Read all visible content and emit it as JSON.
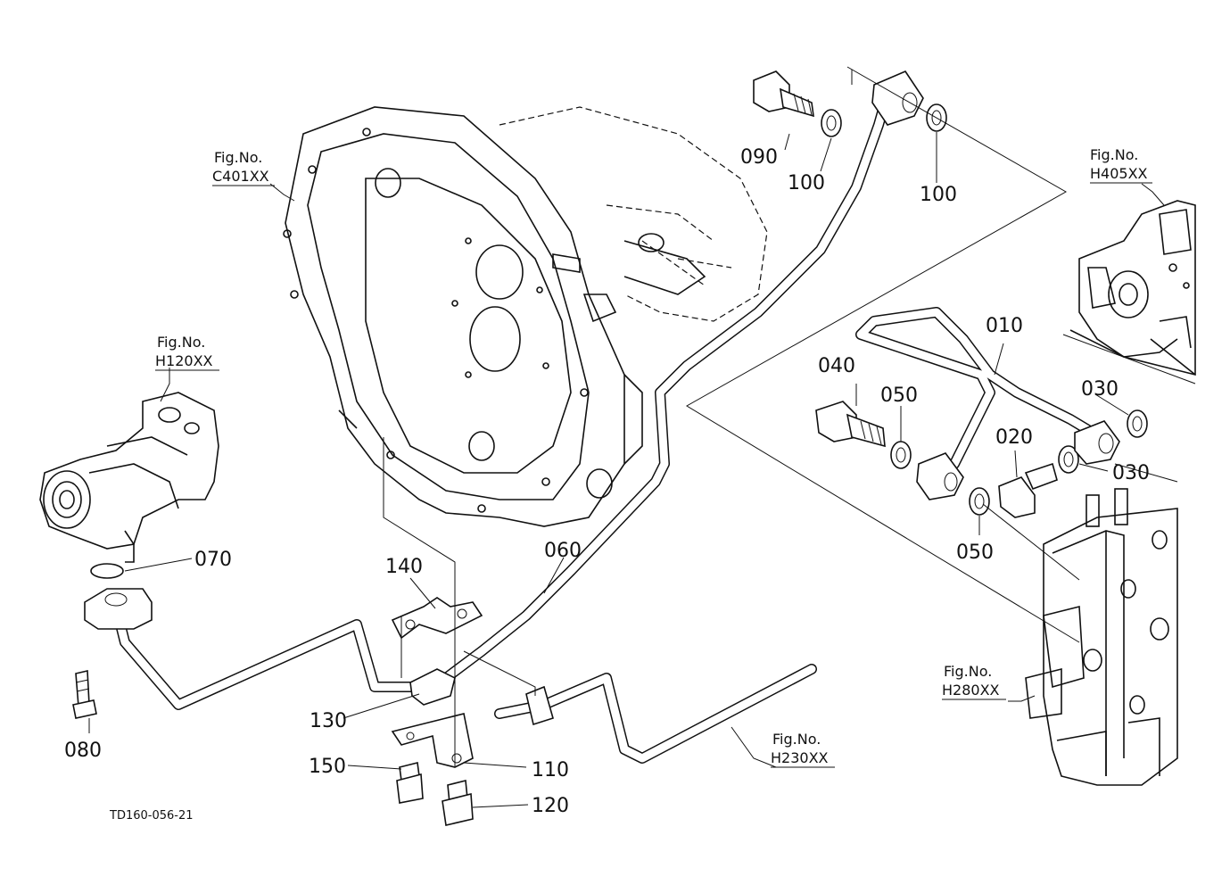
{
  "diagram_code": "TD160-056-21",
  "figure_refs": [
    {
      "id": "c401",
      "label": "Fig.No.",
      "code": "C401XX"
    },
    {
      "id": "h120",
      "label": "Fig.No.",
      "code": "H120XX"
    },
    {
      "id": "h405",
      "label": "Fig.No.",
      "code": "H405XX"
    },
    {
      "id": "h280",
      "label": "Fig.No.",
      "code": "H280XX"
    },
    {
      "id": "h230",
      "label": "Fig.No.",
      "code": "H230XX"
    }
  ],
  "parts": [
    "010",
    "020",
    "030",
    "030",
    "040",
    "050",
    "050",
    "060",
    "070",
    "080",
    "090",
    "100",
    "100",
    "110",
    "120",
    "130",
    "140",
    "150"
  ]
}
